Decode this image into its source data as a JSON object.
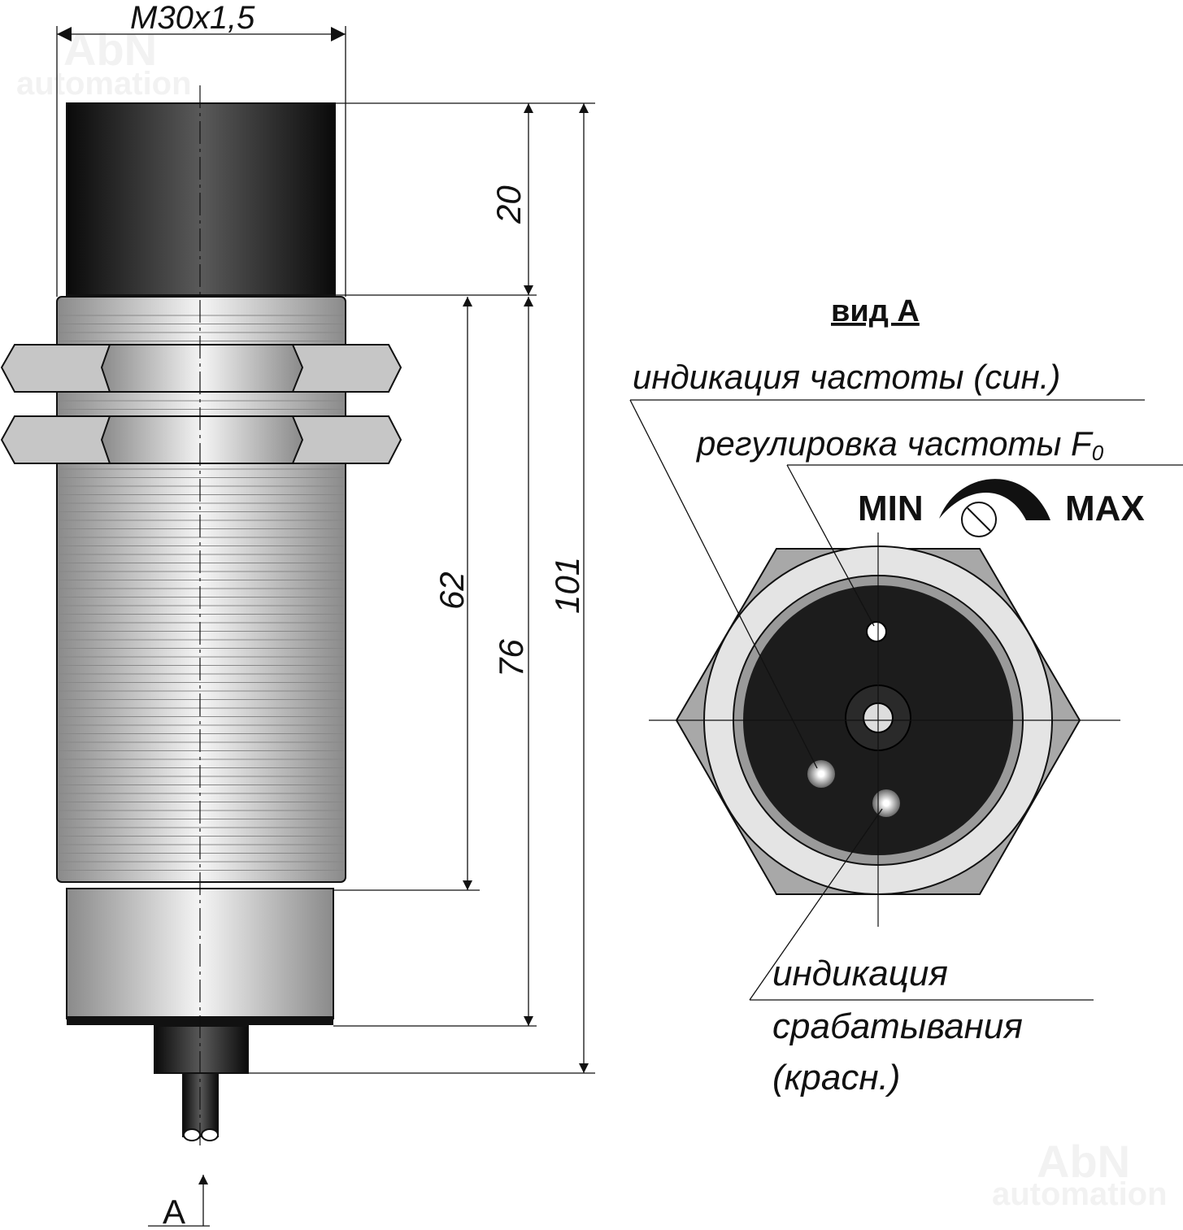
{
  "watermark": {
    "brand": "AbN",
    "sub": "automation"
  },
  "dimensions": {
    "thread": "M30x1,5",
    "d20": "20",
    "d62": "62",
    "d76": "76",
    "d101": "101"
  },
  "view_marker": "A",
  "view_a": {
    "title": "вид А",
    "freq_indication": "индикация частоты (син.)",
    "freq_adjust": "регулировка частоты F",
    "freq_adjust_sub": "0",
    "min": "MIN",
    "max": "MAX",
    "trigger_indication": [
      "индикация",
      "срабатывания",
      "(красн.)"
    ]
  },
  "colors": {
    "body_dark": "#1a1a1a",
    "metal": "#c8c8c8",
    "line": "#111111"
  }
}
